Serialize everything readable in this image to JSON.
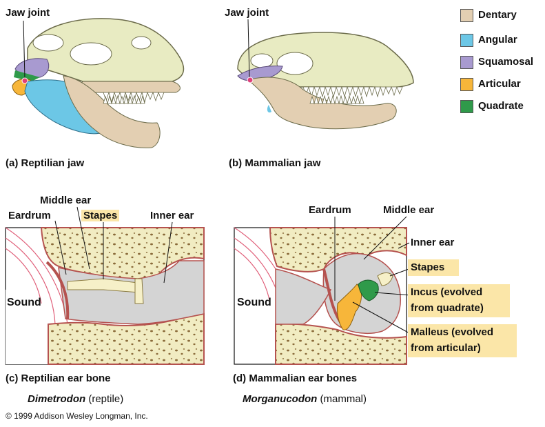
{
  "legend": [
    {
      "label": "Dentary",
      "color": "#e3cfb2"
    },
    {
      "label": "Angular",
      "color": "#6cc7e6"
    },
    {
      "label": "Squamosal",
      "color": "#a89ad0"
    },
    {
      "label": "Articular",
      "color": "#f7b63a"
    },
    {
      "label": "Quadrate",
      "color": "#2f9a4a"
    }
  ],
  "panel_a": {
    "jaw_joint": "Jaw joint",
    "caption": "(a) Reptilian jaw"
  },
  "panel_b": {
    "jaw_joint": "Jaw joint",
    "caption": "(b) Mammalian jaw"
  },
  "panel_c": {
    "middle_ear": "Middle ear",
    "eardrum": "Eardrum",
    "stapes": "Stapes",
    "inner_ear": "Inner ear",
    "sound": "Sound",
    "caption": "(c) Reptilian ear bone",
    "genus": "Dimetrodon",
    "note": "(reptile)"
  },
  "panel_d": {
    "eardrum": "Eardrum",
    "middle_ear": "Middle ear",
    "inner_ear": "Inner ear",
    "stapes": "Stapes",
    "incus_1": "Incus (evolved",
    "incus_2": "from quadrate)",
    "malleus_1": "Malleus (evolved",
    "malleus_2": "from articular)",
    "sound": "Sound",
    "caption": "(d) Mammalian ear bones",
    "genus": "Morganucodon",
    "note": "(mammal)"
  },
  "copyright": "© 1999 Addison Wesley Longman, Inc.",
  "colors": {
    "skull": "#e8ebc2",
    "skull_stroke": "#6b6b4a",
    "bone": "#f1ecc2",
    "cavity": "#d4d4d4",
    "ear_line": "#e0607a",
    "stapes_fill": "#f6f0c8",
    "highlight": "#fbe6a8"
  }
}
